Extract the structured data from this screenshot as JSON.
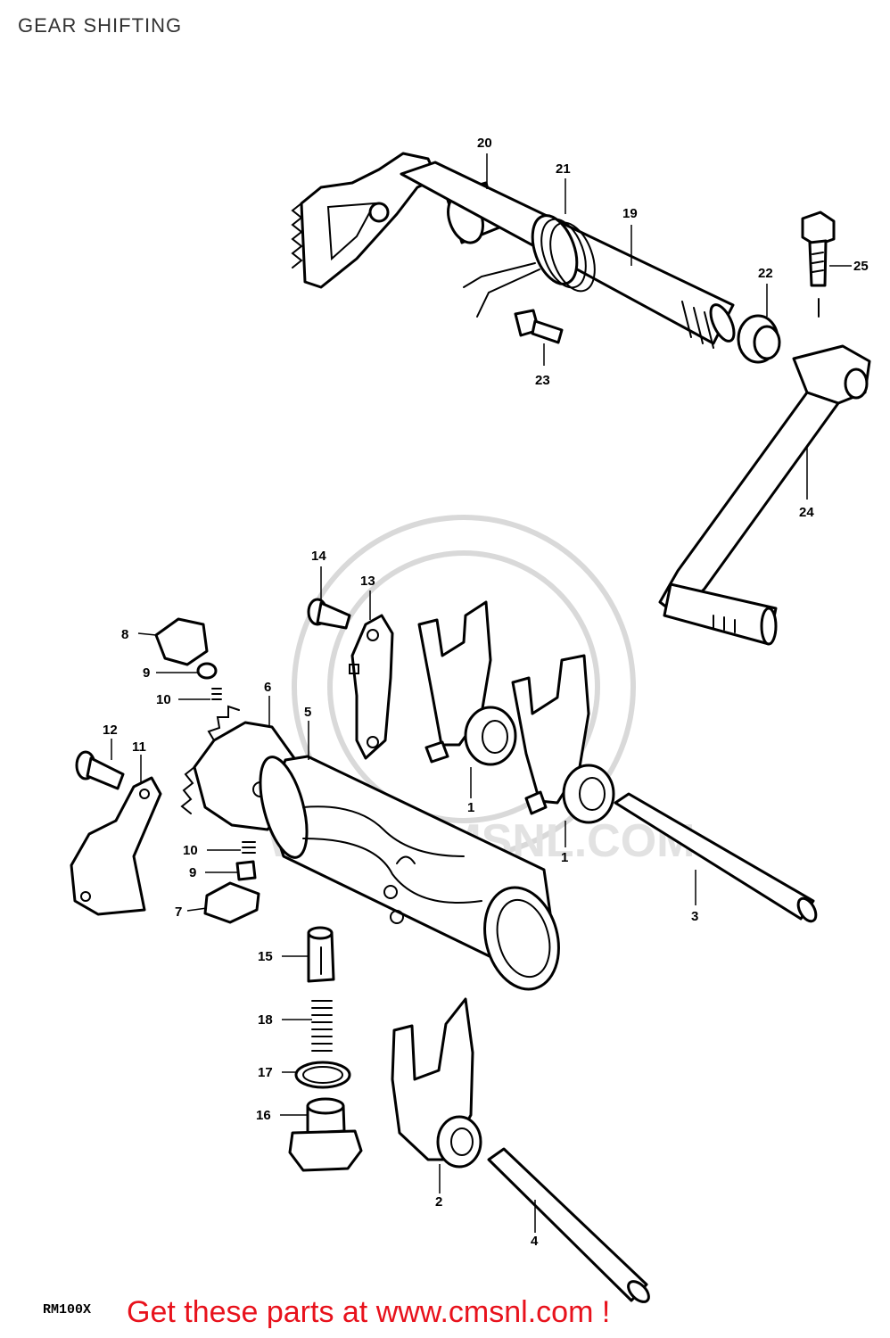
{
  "page": {
    "title": "GEAR SHIFTING"
  },
  "watermark": {
    "text": "WWW.CMSNL.COM"
  },
  "callouts": [
    {
      "id": "c20",
      "label": "20"
    },
    {
      "id": "c21",
      "label": "21"
    },
    {
      "id": "c19",
      "label": "19"
    },
    {
      "id": "c25",
      "label": "25"
    },
    {
      "id": "c22",
      "label": "22"
    },
    {
      "id": "c23",
      "label": "23"
    },
    {
      "id": "c24",
      "label": "24"
    },
    {
      "id": "c14",
      "label": "14"
    },
    {
      "id": "c13",
      "label": "13"
    },
    {
      "id": "c8",
      "label": "8"
    },
    {
      "id": "c9a",
      "label": "9"
    },
    {
      "id": "c10a",
      "label": "10"
    },
    {
      "id": "c6",
      "label": "6"
    },
    {
      "id": "c5",
      "label": "5"
    },
    {
      "id": "c12",
      "label": "12"
    },
    {
      "id": "c11",
      "label": "11"
    },
    {
      "id": "c1a",
      "label": "1"
    },
    {
      "id": "c1b",
      "label": "1"
    },
    {
      "id": "c10b",
      "label": "10"
    },
    {
      "id": "c9b",
      "label": "9"
    },
    {
      "id": "c7",
      "label": "7"
    },
    {
      "id": "c3",
      "label": "3"
    },
    {
      "id": "c15",
      "label": "15"
    },
    {
      "id": "c18",
      "label": "18"
    },
    {
      "id": "c17",
      "label": "17"
    },
    {
      "id": "c16",
      "label": "16"
    },
    {
      "id": "c2",
      "label": "2"
    },
    {
      "id": "c4",
      "label": "4"
    }
  ],
  "footer": {
    "model_code": "RM100X",
    "cta": "Get these parts at www.cmsnl.com !"
  }
}
